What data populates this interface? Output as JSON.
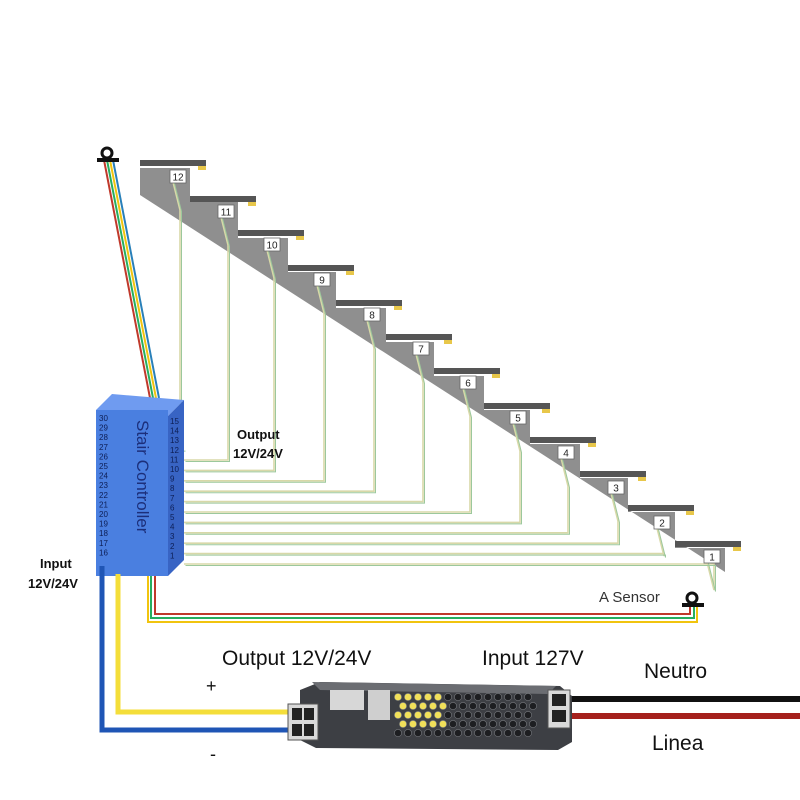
{
  "steps": [
    "12",
    "11",
    "10",
    "9",
    "8",
    "7",
    "6",
    "5",
    "4",
    "3",
    "2",
    "1"
  ],
  "controller": {
    "title": "Stair Controller",
    "left_pins": [
      "30",
      "29",
      "28",
      "27",
      "26",
      "25",
      "24",
      "23",
      "22",
      "21",
      "20",
      "19",
      "18",
      "17",
      "16"
    ],
    "right_pins": [
      "15",
      "14",
      "13",
      "12",
      "11",
      "10",
      "9",
      "8",
      "7",
      "6",
      "5",
      "4",
      "3",
      "2",
      "1"
    ]
  },
  "labels": {
    "output_controller": "Output\n12V/24V",
    "output_line1": "Output",
    "output_line2": "12V/24V",
    "input_line1": "Input",
    "input_line2": "12V/24V",
    "sensor": "A Sensor",
    "psu_output": "Output 12V/24V",
    "psu_input": "Input 127V",
    "plus": "+",
    "minus": "-",
    "neutro": "Neutro",
    "linea": "Linea"
  },
  "colors": {
    "stair": "#8e8e8e",
    "tread": "#555555",
    "controller": "#4a7fe0",
    "wire_yellow": "#f4de3a",
    "wire_blue": "#1f55b5",
    "wire_red": "#a5201c",
    "wire_black": "#111111"
  }
}
